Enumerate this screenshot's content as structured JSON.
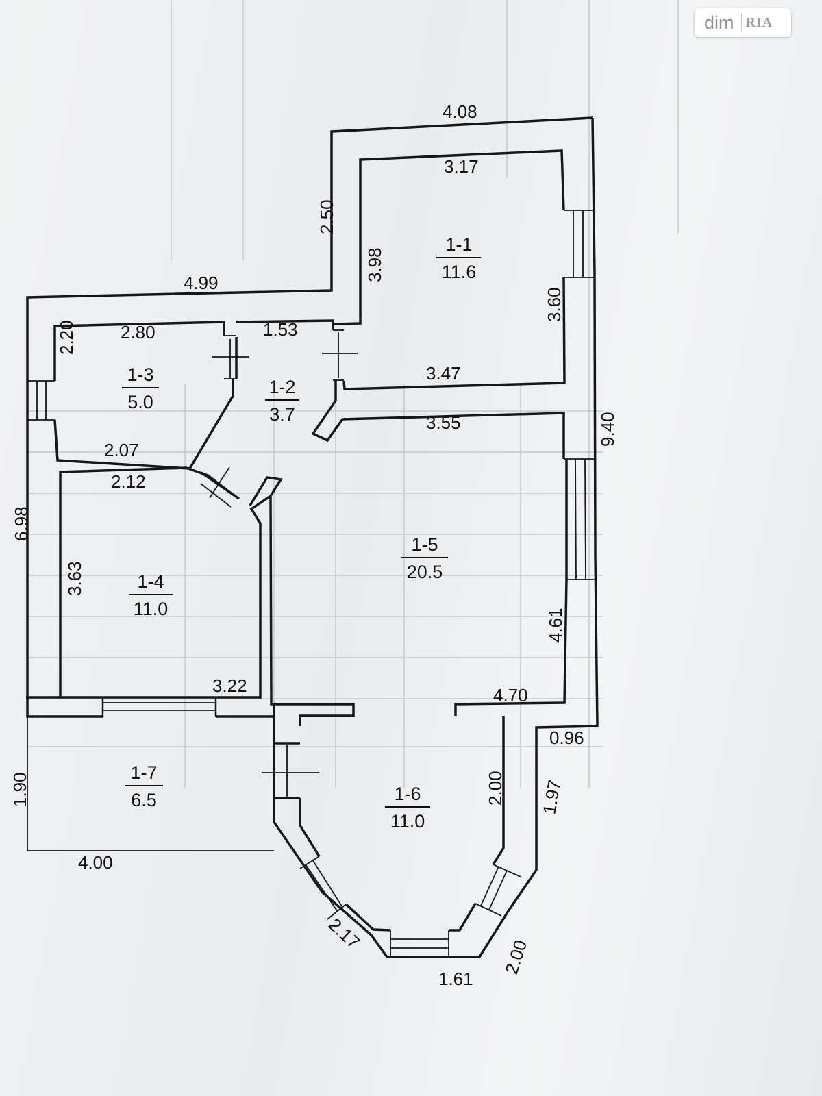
{
  "rooms": [
    {
      "id": "1-1",
      "area": "11.6"
    },
    {
      "id": "1-2",
      "area": "3.7"
    },
    {
      "id": "1-3",
      "area": "5.0"
    },
    {
      "id": "1-4",
      "area": "11.0"
    },
    {
      "id": "1-5",
      "area": "20.5"
    },
    {
      "id": "1-6",
      "area": "11.0"
    },
    {
      "id": "1-7",
      "area": "6.5"
    }
  ],
  "dimensions": {
    "top_outer": "4.08",
    "room11_top": "3.17",
    "room11_left": "3.98",
    "room11_right": "3.60",
    "room11_bottom": "3.47",
    "annex_left": "2.50",
    "left_top": "4.99",
    "room13_top": "2.80",
    "room13_left": "2.20",
    "room13_bottom": "2.07",
    "room12_top": "1.53",
    "room15_top": "3.55",
    "right_outer": "9.40",
    "room15_right": "4.61",
    "room15_bottom": "4.70",
    "room14_top": "2.12",
    "room14_left": "3.63",
    "room14_bottom": "3.22",
    "left_outer": "6.98",
    "offset_right": "0.96",
    "room16_left": "2.00",
    "room16_right": "1.97",
    "terrace_left": "1.90",
    "terrace_bottom": "4.00",
    "bay_left": "2.17",
    "bay_bottom": "1.61",
    "bay_right": "2.00"
  },
  "watermark": {
    "brand": "dim",
    "brand_suffix": "RIA"
  },
  "colors": {
    "wall": "#15171a",
    "paper": "#eceef0",
    "background_table": "#b9bcc0"
  }
}
